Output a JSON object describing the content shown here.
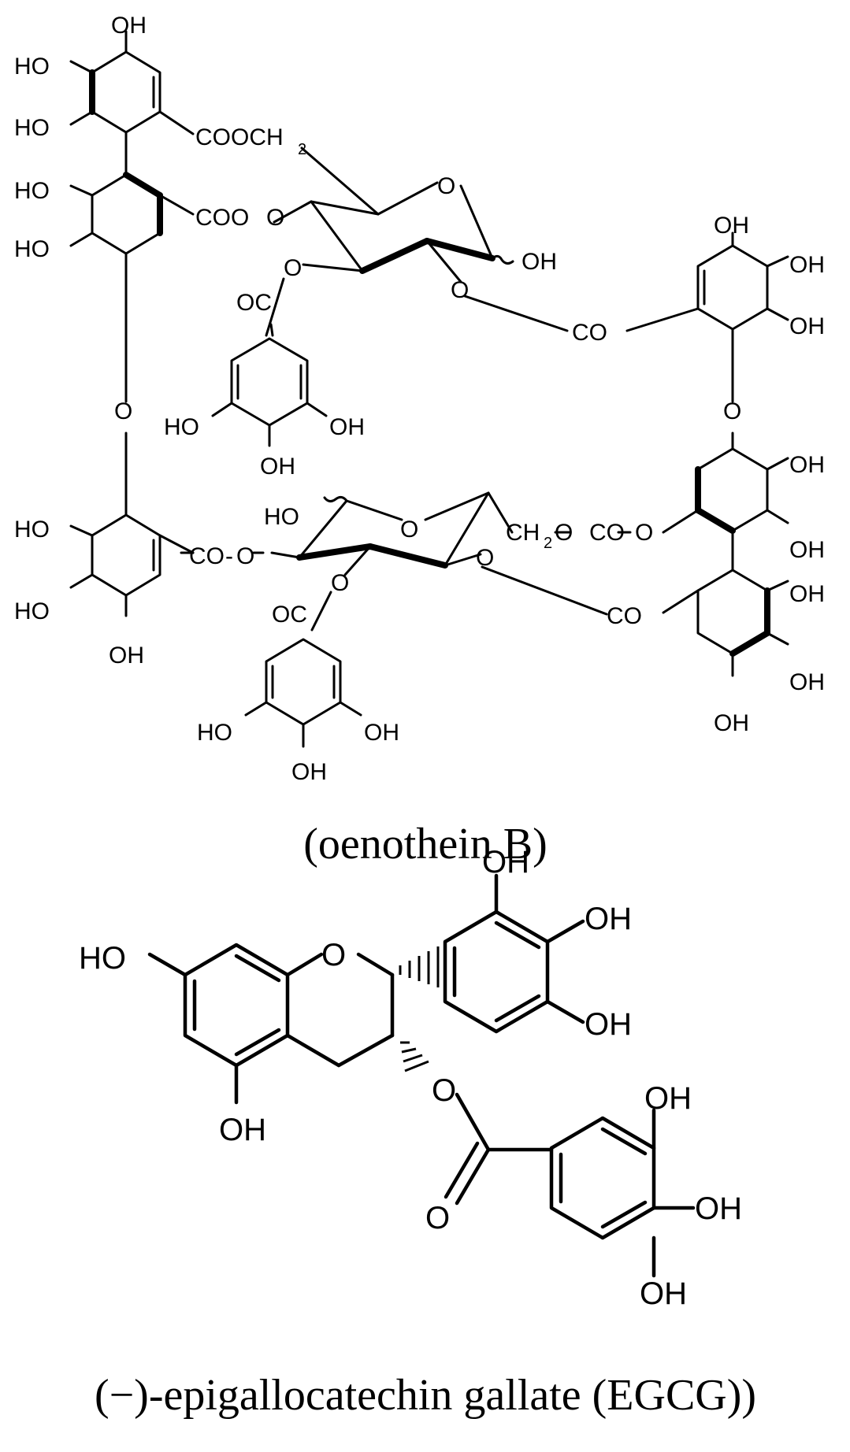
{
  "molecule1": {
    "caption": "(oenothein B)",
    "labels": {
      "oh": "OH",
      "ho": "HO",
      "o": "O",
      "cooch": "COOCH",
      "sub2": "2",
      "coo_o": "COO",
      "oc": "OC",
      "co": "CO",
      "co_o": "CO",
      "ch": "CH",
      "o_co": "O",
      "co2": "CO",
      "dash": "-"
    }
  },
  "molecule2": {
    "caption": "(−)-epigallocatechin gallate (EGCG))",
    "labels": {
      "oh": "OH",
      "ho": "HO",
      "o": "O"
    }
  }
}
